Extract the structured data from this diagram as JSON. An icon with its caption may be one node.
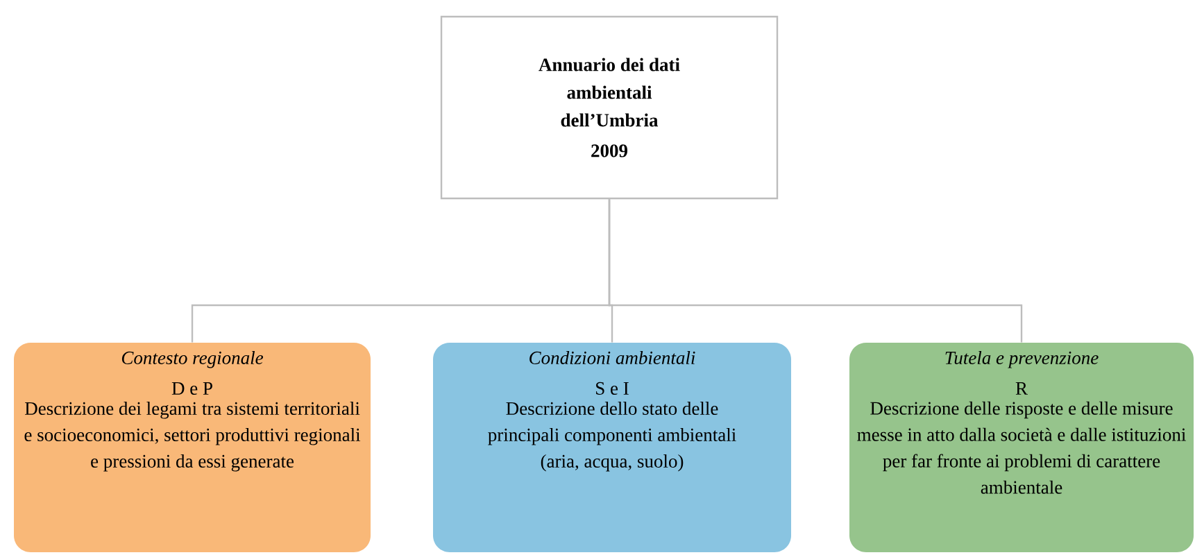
{
  "diagram": {
    "nodes": [
      {
        "text": [
          "Annuario dei dati ambientali dell’Umbria",
          "2009"
        ]
      },
      {
        "text": [
          "Contesto regionale",
          "D e P",
          "Descrizione dei legami tra sistemi territoriali e socioeconomici, settori produttivi regionali e pressioni da essi generate"
        ]
      },
      {
        "text": [
          "Condizioni ambientali",
          "S e I",
          "Descrizione dello stato delle principali componenti ambientali (aria, acqua, suolo)"
        ]
      },
      {
        "text": [
          "Tutela e prevenzione",
          "R",
          "Descrizione delle risposte e delle misure messe in atto dalla società e dalle istituzioni per far fronte ai problemi di carattere ambientale"
        ]
      }
    ],
    "edges": [
      {
        "from": 0,
        "to": 1,
        "arrow": "none"
      },
      {
        "from": 0,
        "to": 2,
        "arrow": "none"
      },
      {
        "from": 0,
        "to": 3,
        "arrow": "none"
      }
    ]
  }
}
